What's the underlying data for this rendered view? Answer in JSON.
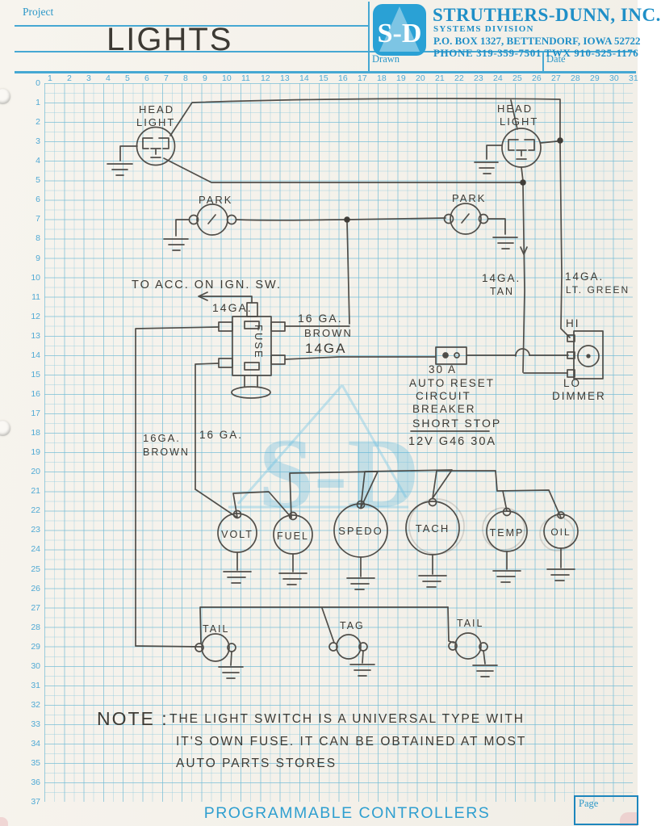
{
  "header": {
    "project_label": "Project",
    "project_value": "LIGHTS",
    "logo_text": "S-D",
    "company": "STRUTHERS-DUNN, INC.",
    "division": "SYSTEMS DIVISION",
    "address": "P.O. BOX 1327, BETTENDORF, IOWA 52722",
    "phone_line": "PHONE 319-359-7501 TWX 910-525-1176",
    "drawn_label": "Drawn",
    "date_label": "Date"
  },
  "ruler": {
    "columns": [
      "1",
      "2",
      "3",
      "4",
      "5",
      "6",
      "7",
      "8",
      "9",
      "10",
      "11",
      "12",
      "13",
      "14",
      "15",
      "16",
      "17",
      "18",
      "19",
      "20",
      "21",
      "22",
      "23",
      "24",
      "25",
      "26",
      "27",
      "28",
      "29",
      "30",
      "31"
    ],
    "rows": [
      "0",
      "1",
      "2",
      "3",
      "4",
      "5",
      "6",
      "7",
      "8",
      "9",
      "10",
      "11",
      "12",
      "13",
      "14",
      "15",
      "16",
      "17",
      "18",
      "19",
      "20",
      "21",
      "22",
      "23",
      "24",
      "25",
      "26",
      "27",
      "28",
      "29",
      "30",
      "31",
      "32",
      "33",
      "34",
      "35",
      "36",
      "37"
    ]
  },
  "diagram": {
    "headlight_left": {
      "line1": "HEAD",
      "line2": "LIGHT"
    },
    "headlight_right": {
      "line1": "HEAD",
      "line2": "LIGHT"
    },
    "park_left": "PARK",
    "park_right": "PARK",
    "ign_note": "TO ACC. ON IGN. SW.",
    "ign_gauge": "14GA.",
    "switch_fuse": "FUSE",
    "wire_16ga_brown_right": {
      "l1": "16 GA.",
      "l2": "BROWN"
    },
    "wire_14ga_feed": "14GA",
    "breaker": {
      "l1": "30 A",
      "l2": "AUTO RESET",
      "l3": "CIRCUIT",
      "l4": "BREAKER"
    },
    "shortstop": {
      "l1": "SHORT STOP",
      "l2": "12V G46 30A"
    },
    "wire_tan": {
      "l1": "14GA.",
      "l2": "TAN"
    },
    "wire_ltgreen": {
      "l1": "14GA.",
      "l2": "LT. GREEN"
    },
    "dimmer": {
      "hi": "HI",
      "lo": "LO",
      "name": "DIMMER"
    },
    "wire_16ga_brown_left": {
      "l1": "16GA.",
      "l2": "BROWN"
    },
    "wire_16ga": "16 GA.",
    "gauges": [
      "VOLT",
      "FUEL",
      "SPEDO",
      "TACH",
      "TEMP",
      "OIL"
    ],
    "tail_lights": [
      "TAIL",
      "TAG",
      "TAIL"
    ],
    "note": {
      "label": "NOTE :",
      "line1": "THE LIGHT SWITCH IS A UNIVERSAL TYPE WITH",
      "line2": "IT'S OWN FUSE. IT CAN BE OBTAINED AT MOST",
      "line3": "AUTO PARTS STORES"
    }
  },
  "watermark": "S-D",
  "footer": {
    "title": "PROGRAMMABLE CONTROLLERS",
    "page_label": "Page"
  },
  "colors": {
    "header_blue": "#1f8fc7",
    "logo_blue": "#2aa1d5",
    "line_blue": "#46a8d3",
    "grid_blue": "#9fd0e2",
    "pencil": "#3f3c37",
    "watermark_blue": "#7fc5e2",
    "paper": "#f5f2eb"
  }
}
